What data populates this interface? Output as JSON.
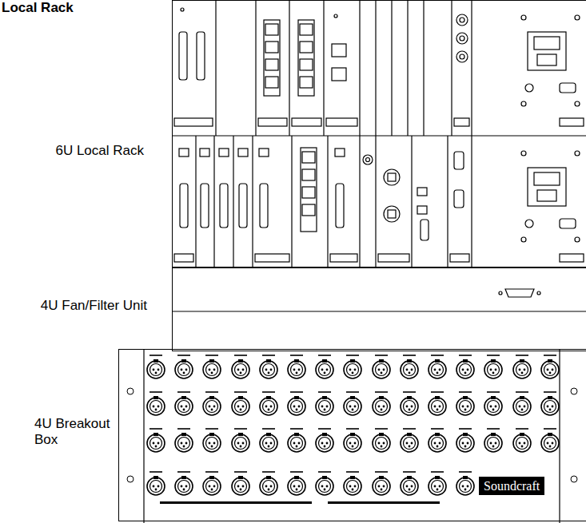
{
  "diagram": {
    "title": "Local Rack",
    "nodes": [
      {
        "text": [
          "6U Local Rack"
        ]
      },
      {
        "text": [
          "4U Fan/Filter Unit"
        ]
      },
      {
        "text": [
          "4U Breakout Box",
          "Soundcraft"
        ]
      }
    ]
  }
}
